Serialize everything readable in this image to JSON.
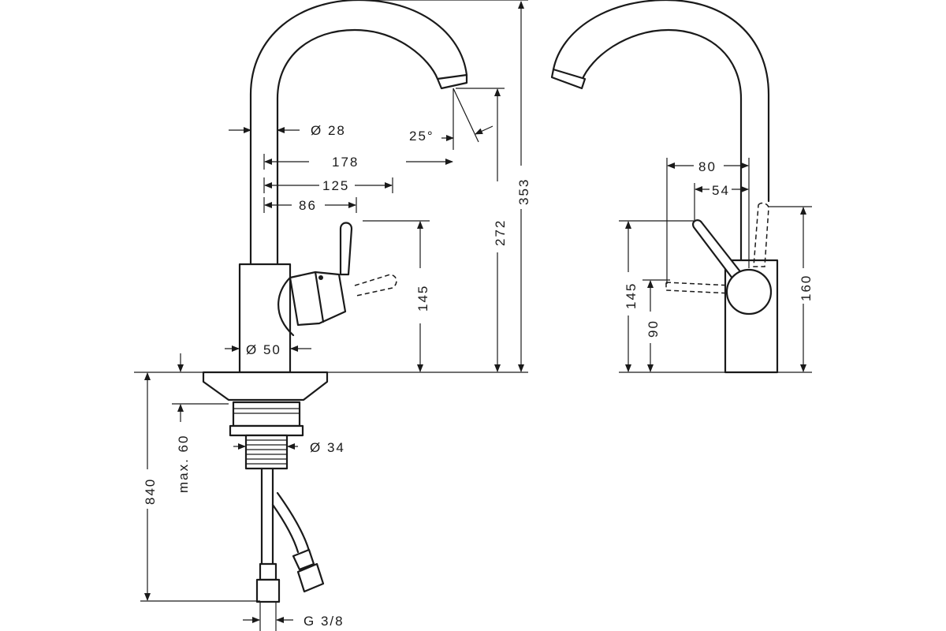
{
  "side_view": {
    "spout_diameter": "Ø 28",
    "spout_angle": "25°",
    "spout_reach": "178",
    "handle_reach": "125",
    "handle_offset": "86",
    "handle_height": "145",
    "spout_height": "272",
    "total_height": "353",
    "body_diameter": "Ø 50",
    "thread_diameter": "Ø 34",
    "max_thickness": "max. 60",
    "hose_length": "840",
    "connection_thread": "G 3/8"
  },
  "front_view": {
    "lever_offset": "80",
    "body_offset": "54",
    "lever_height": "145",
    "lever_pivot_height": "90",
    "lever_top_height": "160"
  }
}
